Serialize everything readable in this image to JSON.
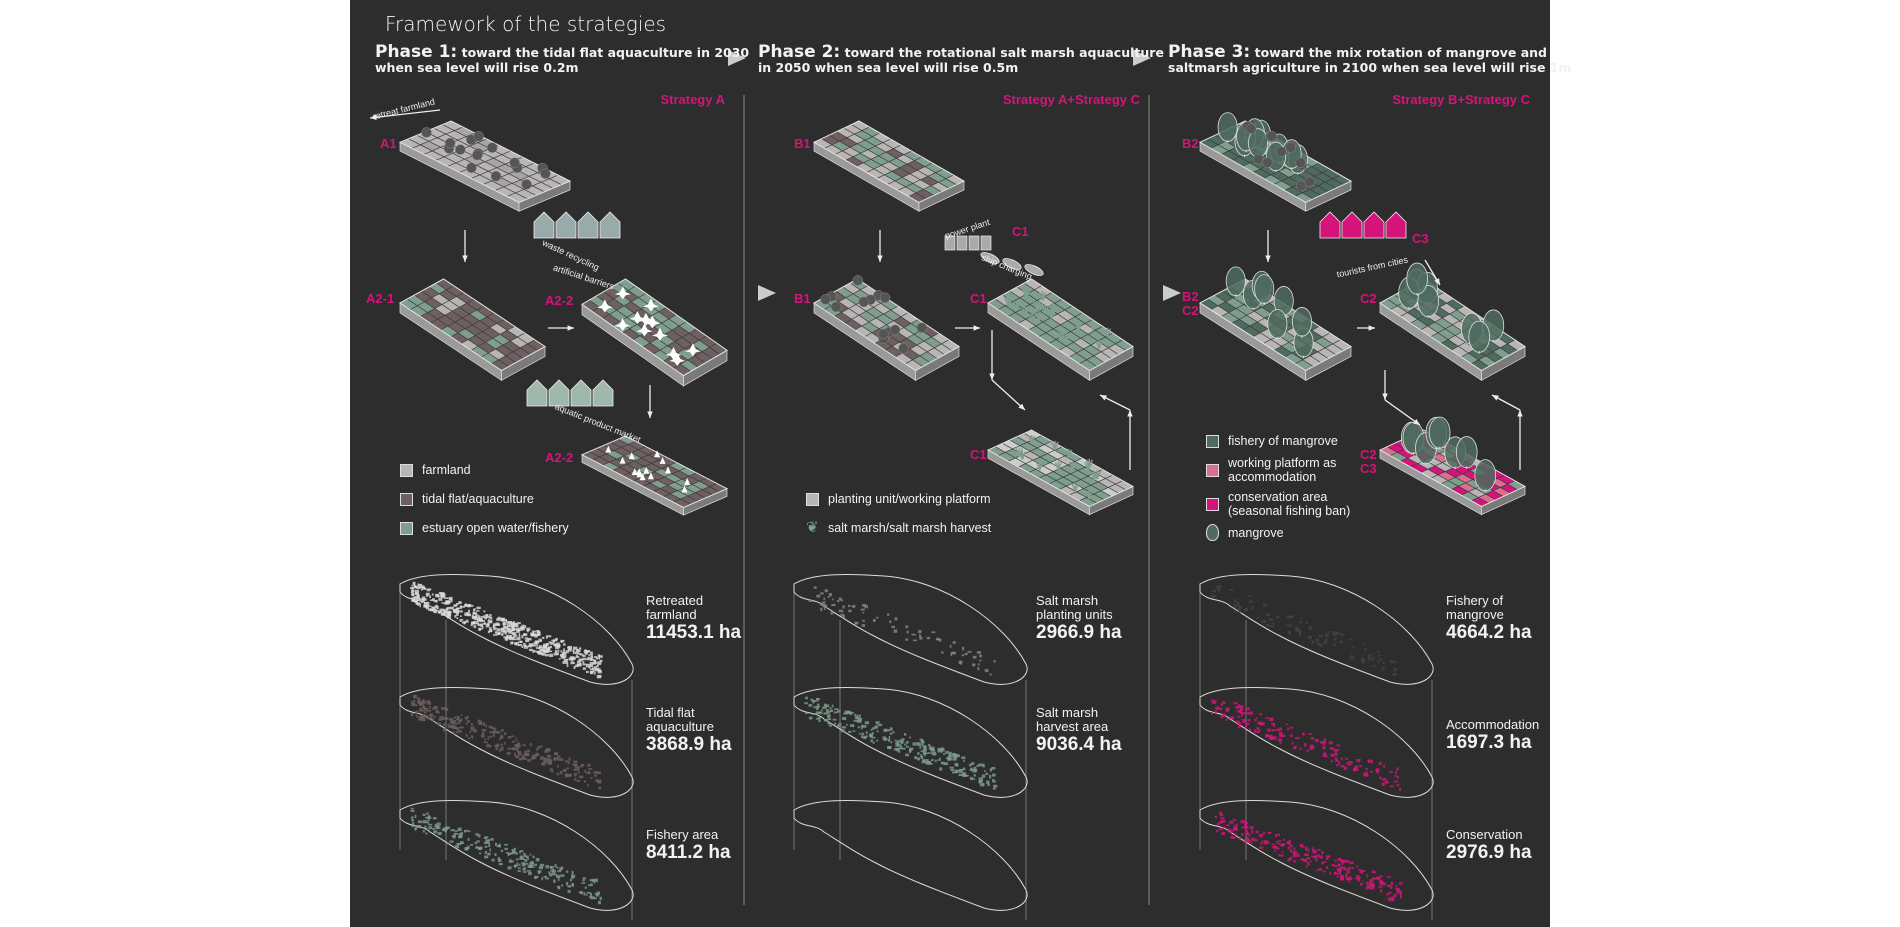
{
  "title": "Framework of the strategies",
  "phases": [
    {
      "head": "Phase 1:",
      "text": "toward the tidal flat aquaculture in 2030",
      "text2": "when sea level will rise 0.2m",
      "strategy": "Strategy A"
    },
    {
      "head": "Phase 2:",
      "text": "toward the rotational salt marsh aquaculture",
      "text2": "in 2050 when sea level will rise 0.5m",
      "strategy": "Strategy A+Strategy C"
    },
    {
      "head": "Phase 3:",
      "text": "toward the mix rotation of mangrove and",
      "text2": "saltmarsh agriculture in 2100 when sea level will rise 1m",
      "strategy": "Strategy B+Strategy C"
    }
  ],
  "labels": {
    "a1": "A1",
    "a21": "A2-1",
    "a22": "A2-2",
    "a22b": "A2-2",
    "b1": "B1",
    "b1b": "B1",
    "c1": "C1",
    "c1b": "C1",
    "c1c": "C1",
    "b2": "B2",
    "b2c2": "B2\nC2",
    "c3": "C3",
    "c2": "C2",
    "c2c3": "C2\nC3"
  },
  "annotations": {
    "retreat": "retreat farmland",
    "waste": "waste recycling",
    "barriers": "artificial barriers",
    "market": "aquatic product market",
    "power": "power plant",
    "ship": "ship charging",
    "tourists": "tourists from cities"
  },
  "legend1": [
    {
      "label": "farmland",
      "color": "#b9b5b5"
    },
    {
      "label": "tidal flat/aquaculture",
      "color": "#6e5f60"
    },
    {
      "label": "estuary open water/fishery",
      "color": "#7f9e8e"
    }
  ],
  "legend2": [
    {
      "label": "planting unit/working platform",
      "color": "#b9b5b5"
    },
    {
      "label": "salt marsh/salt marsh harvest",
      "icon": "salt-marsh-icon"
    }
  ],
  "legend3": [
    {
      "label": "fishery of mangrove",
      "color": "#4f6b5f"
    },
    {
      "label": "working platform as accommodation",
      "color": "#d9708f"
    },
    {
      "label": "conservation area (seasonal fishing ban)",
      "color": "#d4147a"
    },
    {
      "label": "mangrove",
      "icon": "mangrove-icon"
    }
  ],
  "metrics": [
    [
      {
        "label": "Retreated farmland",
        "value": "11453.1 ha"
      },
      {
        "label": "Tidal flat aquaculture",
        "value": "3868.9 ha"
      },
      {
        "label": "Fishery area",
        "value": "8411.2 ha"
      }
    ],
    [
      {
        "label": "Salt marsh planting units",
        "value": "2966.9 ha"
      },
      {
        "label": "Salt marsh harvest area",
        "value": "9036.4 ha"
      }
    ],
    [
      {
        "label": "Fishery of mangrove",
        "value": "4664.2 ha"
      },
      {
        "label": "Accommodation",
        "value": "1697.3 ha"
      },
      {
        "label": "Conservation",
        "value": "2976.9 ha"
      }
    ]
  ],
  "colors": {
    "bg": "#2d2d2d",
    "accent": "#d4147a",
    "farmland": "#b9b5b5",
    "tidal": "#6e5f60",
    "fishery": "#7f9e8e",
    "mangrove": "#4f6b5f",
    "pink": "#d9708f",
    "line": "#e6e6e6"
  }
}
